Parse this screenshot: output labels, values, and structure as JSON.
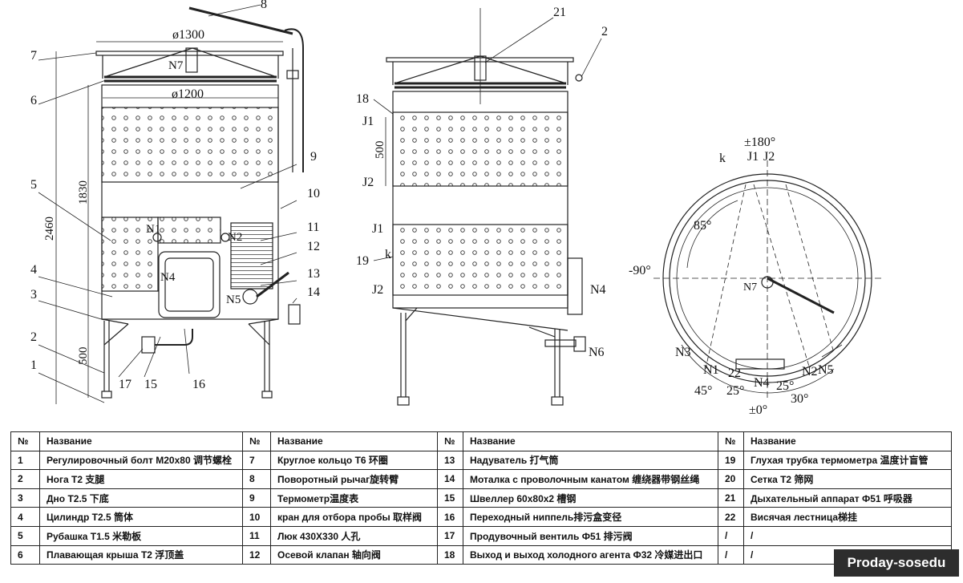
{
  "drawing": {
    "dims": {
      "top_diameter": "ø1300",
      "roof_diameter": "ø1200",
      "shell_height": "1830",
      "total_height": "2460",
      "leg_height": "500",
      "jacket_spacing": "500"
    },
    "front_view": {
      "nozzles": [
        "N7",
        "N1",
        "N2",
        "N4",
        "N5"
      ],
      "callouts": [
        "1",
        "2",
        "3",
        "4",
        "5",
        "6",
        "7",
        "8",
        "9",
        "10",
        "11",
        "12",
        "13",
        "14",
        "15",
        "16",
        "17"
      ]
    },
    "side_view": {
      "callouts": [
        "21",
        "2",
        "18",
        "19"
      ],
      "nozzle_labels": [
        "J1",
        "J2",
        "J1",
        "J2",
        "k",
        "N4",
        "N6"
      ]
    },
    "plan_view": {
      "angle_top": "±180°",
      "angle_bottom": "±0°",
      "angle_left": "-90°",
      "angles": [
        "85°",
        "45°",
        "25°",
        "25°",
        "30°"
      ],
      "k_label": "k",
      "labels": [
        "J1",
        "J2",
        "N7",
        "N3",
        "N1",
        "N4",
        "N2",
        "N5"
      ],
      "callout": "22"
    }
  },
  "table": {
    "headers": [
      "№",
      "Название",
      "№",
      "Название",
      "№",
      "Название",
      "№",
      "Название"
    ],
    "rows": [
      [
        "1",
        "Регулировочный болт M20x80 调节螺栓",
        "7",
        "Круглое кольцо T6 环圈",
        "13",
        "Надуватель  打气筒",
        "19",
        "Глухая трубка термометра  温度计盲管"
      ],
      [
        "2",
        "Нога T2 支腿",
        "8",
        "Поворотный рычаг旋转臂",
        "14",
        "Моталка с проволочным канатом  缠绕器带钢丝绳",
        "20",
        "Сетка T2 筛网"
      ],
      [
        "3",
        "Дно T2.5  下底",
        "9",
        "Термометр温度表",
        "15",
        "Швеллер 60x80x2 槽钢",
        "21",
        "Дыхательный аппарат Ф51 呼吸器"
      ],
      [
        "4",
        "Цилиндр T2.5 筒体",
        "10",
        "кран для отбора пробы  取样阀",
        "16",
        "Переходный ниппель排污盒变径",
        "22",
        "Висячая лестница梯挂"
      ],
      [
        "5",
        "Рубашка T1.5  米勒板",
        "11",
        "Люк 430X330  人孔",
        "17",
        "Продувочный вентиль Ф51  排污阀",
        "/",
        "/"
      ],
      [
        "6",
        "Плавающая крыша T2 浮顶盖",
        "12",
        "Осевой клапан  轴向阀",
        "18",
        "Выход и выход холодного агента Ф32 冷媒进出口",
        "/",
        "/"
      ]
    ]
  },
  "watermark": "Proday-sosedu"
}
